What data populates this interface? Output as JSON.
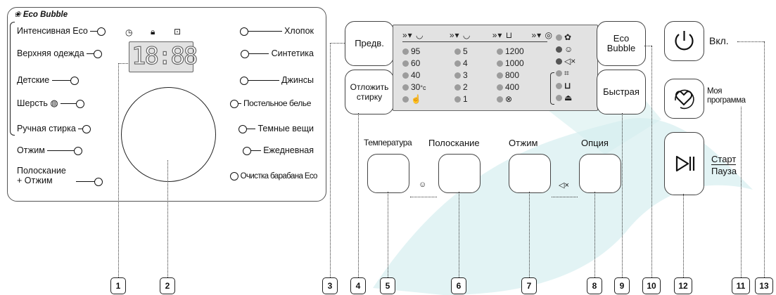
{
  "left_panel": {
    "brand": "Eco Bubble",
    "programs_left": [
      "Интенсивная Eco",
      "Верхняя одежда",
      "Детские",
      "Шерсть",
      "Ручная стирка",
      "Отжим",
      "Полоскание",
      "+ Отжим"
    ],
    "programs_right": [
      "Хлопок",
      "Синтетика",
      "Джинсы",
      "Постельное белье",
      "Темные вещи",
      "Ежедневная",
      "Очистка барабана Eco"
    ],
    "display_digits": "18:88"
  },
  "center_panel": {
    "prewash_label": "Предв.",
    "delay_label_1": "Отложить",
    "delay_label_2": "стирку",
    "ecobubble_1": "Eco",
    "ecobubble_2": "Bubble",
    "quick_label": "Быстрая",
    "temp_values": [
      "95",
      "60",
      "40",
      "30",
      "°c"
    ],
    "rinse_values": [
      "5",
      "4",
      "3",
      "2",
      "1"
    ],
    "spin_values": [
      "1200",
      "1000",
      "800",
      "400"
    ],
    "buttons": [
      "Температура",
      "Полоскание",
      "Отжим",
      "Опция"
    ]
  },
  "right_panel": {
    "power_label": "Вкл.",
    "my_program_1": "Моя",
    "my_program_2": "программа",
    "start_label": "Старт",
    "pause_label": "Пауза"
  },
  "callouts": [
    "1",
    "2",
    "3",
    "4",
    "5",
    "6",
    "7",
    "8",
    "9",
    "10",
    "12",
    "11",
    "13"
  ],
  "colors": {
    "lcd_bg": "#e2e2e2",
    "watermark": "#cfe9ea"
  }
}
